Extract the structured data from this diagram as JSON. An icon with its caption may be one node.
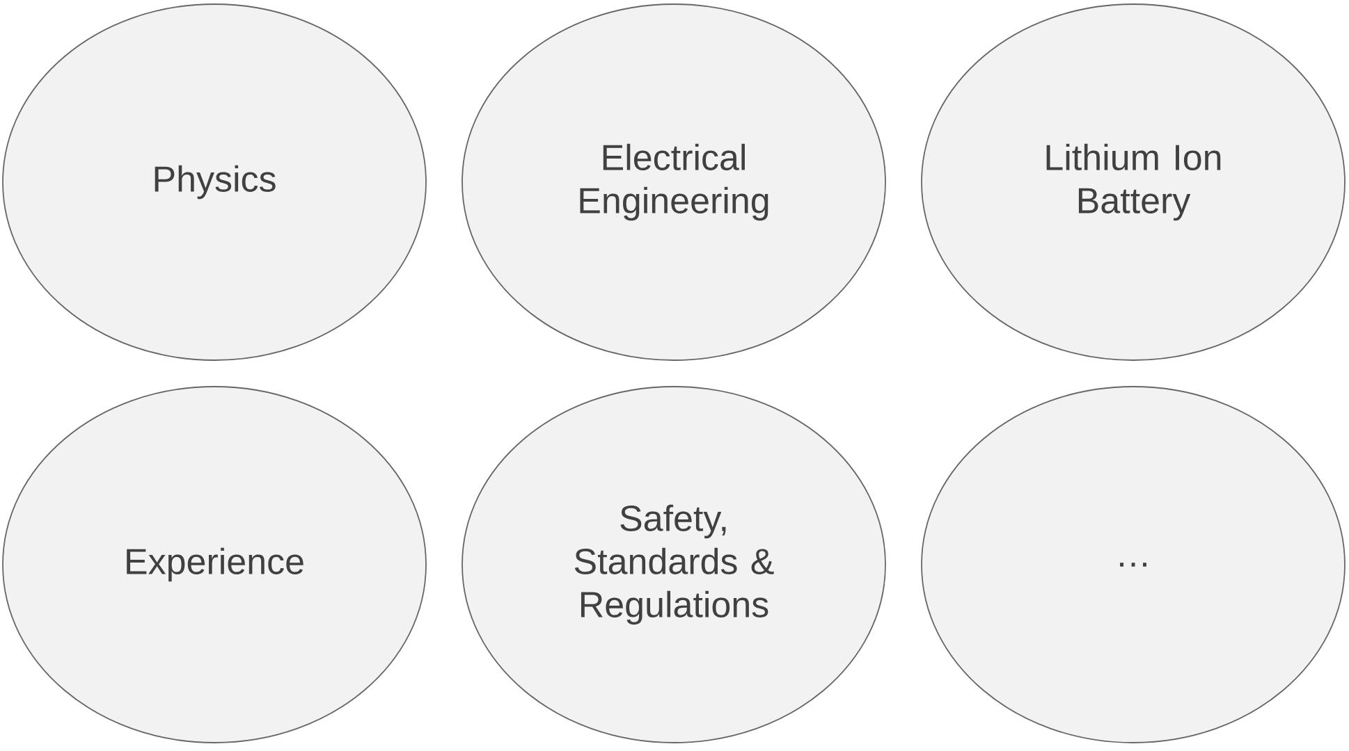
{
  "diagram": {
    "nodes": [
      {
        "text": [
          "Physics"
        ]
      },
      {
        "text": [
          "Electrical Engineering"
        ]
      },
      {
        "text": [
          "Lithium Ion Battery"
        ]
      },
      {
        "text": [
          "Experience"
        ]
      },
      {
        "text": [
          "Safety, Standards & Regulations"
        ]
      },
      {
        "text": [
          "…"
        ]
      }
    ]
  }
}
